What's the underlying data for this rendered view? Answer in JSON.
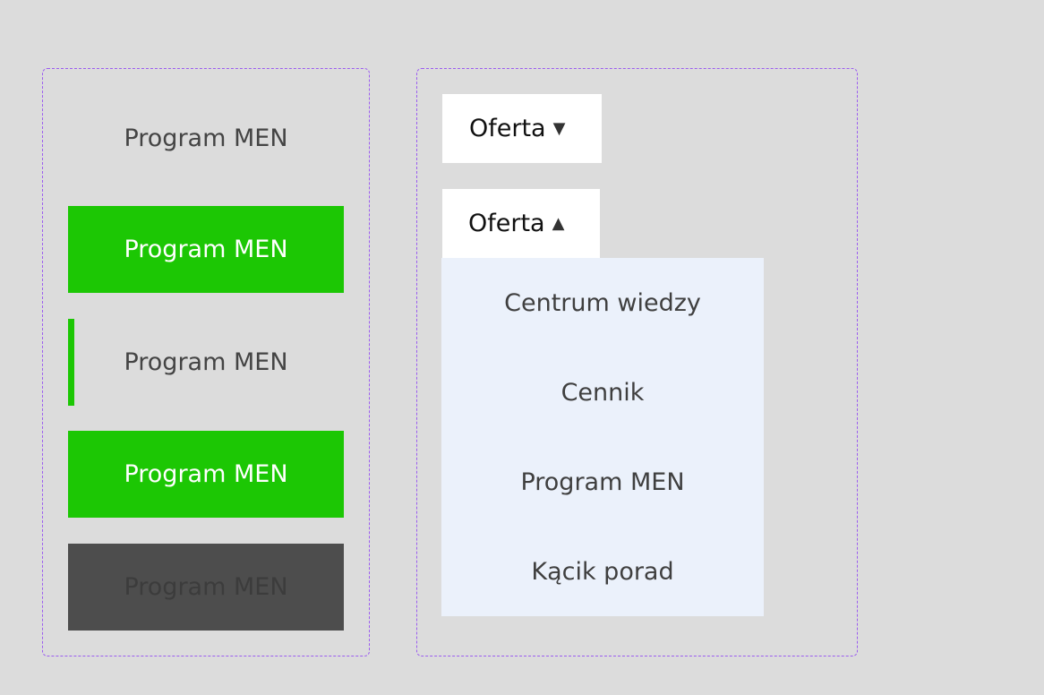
{
  "left_panel": {
    "items": [
      {
        "label": "Program MEN",
        "state": "default"
      },
      {
        "label": "Program MEN",
        "state": "hover"
      },
      {
        "label": "Program MEN",
        "state": "active"
      },
      {
        "label": "Program MEN",
        "state": "pressed"
      },
      {
        "label": "Program MEN",
        "state": "disabled"
      }
    ]
  },
  "right_panel": {
    "closed_toggle": {
      "label": "Oferta",
      "caret": "caret-down-icon"
    },
    "open_toggle": {
      "label": "Oferta",
      "caret": "caret-up-icon"
    },
    "menu": {
      "items": [
        {
          "label": "Centrum wiedzy"
        },
        {
          "label": "Cennik"
        },
        {
          "label": "Program MEN"
        },
        {
          "label": "Kącik porad"
        }
      ]
    }
  },
  "colors": {
    "background": "#dcdcdc",
    "frame_border": "#9b5cf0",
    "accent_green": "#1cc704",
    "disabled_bg": "#4d4d4d",
    "menu_bg": "#ebf1fb"
  }
}
